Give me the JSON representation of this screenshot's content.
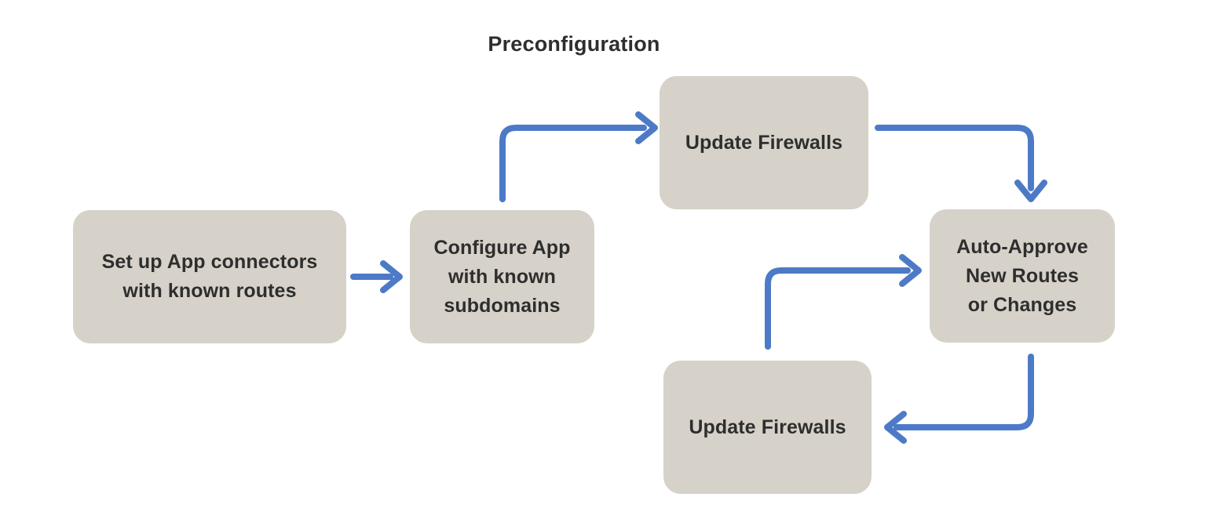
{
  "diagram": {
    "title": "Preconfiguration",
    "colors": {
      "arrow_blue": "#4d7ac7",
      "node_fill": "#d6d2c9",
      "text": "#2e2e2e",
      "background": "#ffffff"
    },
    "nodes": [
      {
        "id": "setup-connectors",
        "label": "Set up App connectors\nwith known routes"
      },
      {
        "id": "configure-app",
        "label": "Configure App\nwith known\nsubdomains"
      },
      {
        "id": "update-firewalls-top",
        "label": "Update Firewalls"
      },
      {
        "id": "auto-approve",
        "label": "Auto-Approve\nNew Routes\nor Changes"
      },
      {
        "id": "update-firewalls-bottom",
        "label": "Update Firewalls"
      }
    ],
    "edges": [
      {
        "from": "setup-connectors",
        "to": "configure-app"
      },
      {
        "from": "configure-app",
        "to": "update-firewalls-top"
      },
      {
        "from": "update-firewalls-top",
        "to": "auto-approve"
      },
      {
        "from": "update-firewalls-bottom",
        "to": "auto-approve"
      },
      {
        "from": "auto-approve",
        "to": "update-firewalls-bottom"
      }
    ]
  }
}
